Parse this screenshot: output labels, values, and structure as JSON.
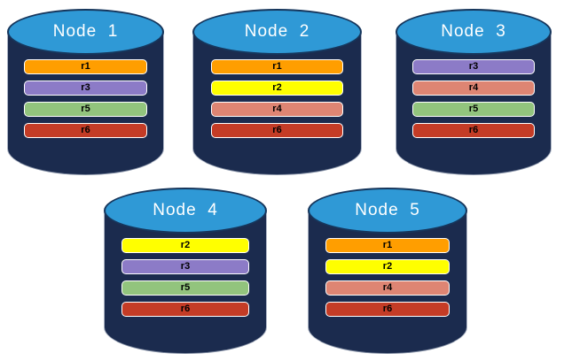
{
  "diagram": {
    "title": "replicated-database-nodes",
    "background": "#ffffff",
    "colors": {
      "cylinder_body": "#1B2B4E",
      "cylinder_top": "#2F99D6",
      "cylinder_outline": "#16365C",
      "bar_border": "#FFFFFF",
      "bar_text": "#000000",
      "title_text": "#FFFFFF"
    },
    "replica_colors": {
      "r1": "#FF9E00",
      "r2": "#FFFF00",
      "r3": "#8C7BC7",
      "r4": "#DE8573",
      "r5": "#92C47D",
      "r6": "#C43C26"
    },
    "nodes": [
      {
        "title": "Node  1",
        "replicas": [
          "r1",
          "r3",
          "r5",
          "r6"
        ]
      },
      {
        "title": "Node  2",
        "replicas": [
          "r1",
          "r2",
          "r4",
          "r6"
        ]
      },
      {
        "title": "Node  3",
        "replicas": [
          "r3",
          "r4",
          "r5",
          "r6"
        ]
      },
      {
        "title": "Node  4",
        "replicas": [
          "r2",
          "r3",
          "r5",
          "r6"
        ]
      },
      {
        "title": "Node  5",
        "replicas": [
          "r1",
          "r2",
          "r4",
          "r6"
        ]
      }
    ]
  }
}
